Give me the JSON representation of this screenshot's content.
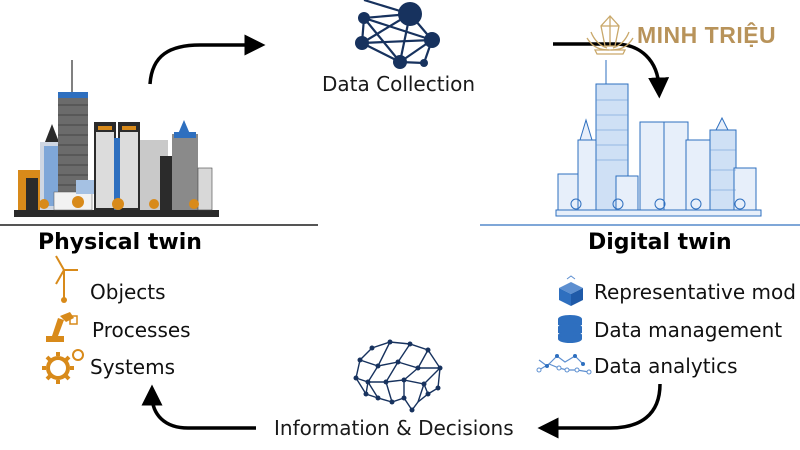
{
  "brand": {
    "name": "MINH TRIỆU",
    "color": "#b8935a"
  },
  "colors": {
    "physical_accent": "#d88a1a",
    "digital_accent": "#2e6fbf",
    "network_navy": "#17325e",
    "arrow": "#000000"
  },
  "data_collection": {
    "label": "Data Collection",
    "icon": "network-nodes-icon"
  },
  "physical_twin": {
    "title": "Physical twin",
    "items": [
      {
        "label": "Objects",
        "icon": "wind-turbine-icon"
      },
      {
        "label": "Processes",
        "icon": "robot-arm-icon"
      },
      {
        "label": "Systems",
        "icon": "gears-icon"
      }
    ]
  },
  "digital_twin": {
    "title": "Digital twin",
    "items": [
      {
        "label": "Representative mod",
        "icon": "cube-icon"
      },
      {
        "label": "Data management",
        "icon": "database-icon"
      },
      {
        "label": "Data analytics",
        "icon": "analytics-graph-icon"
      }
    ]
  },
  "information_decisions": {
    "label": "Information & Decisions",
    "icon": "brain-network-icon"
  }
}
